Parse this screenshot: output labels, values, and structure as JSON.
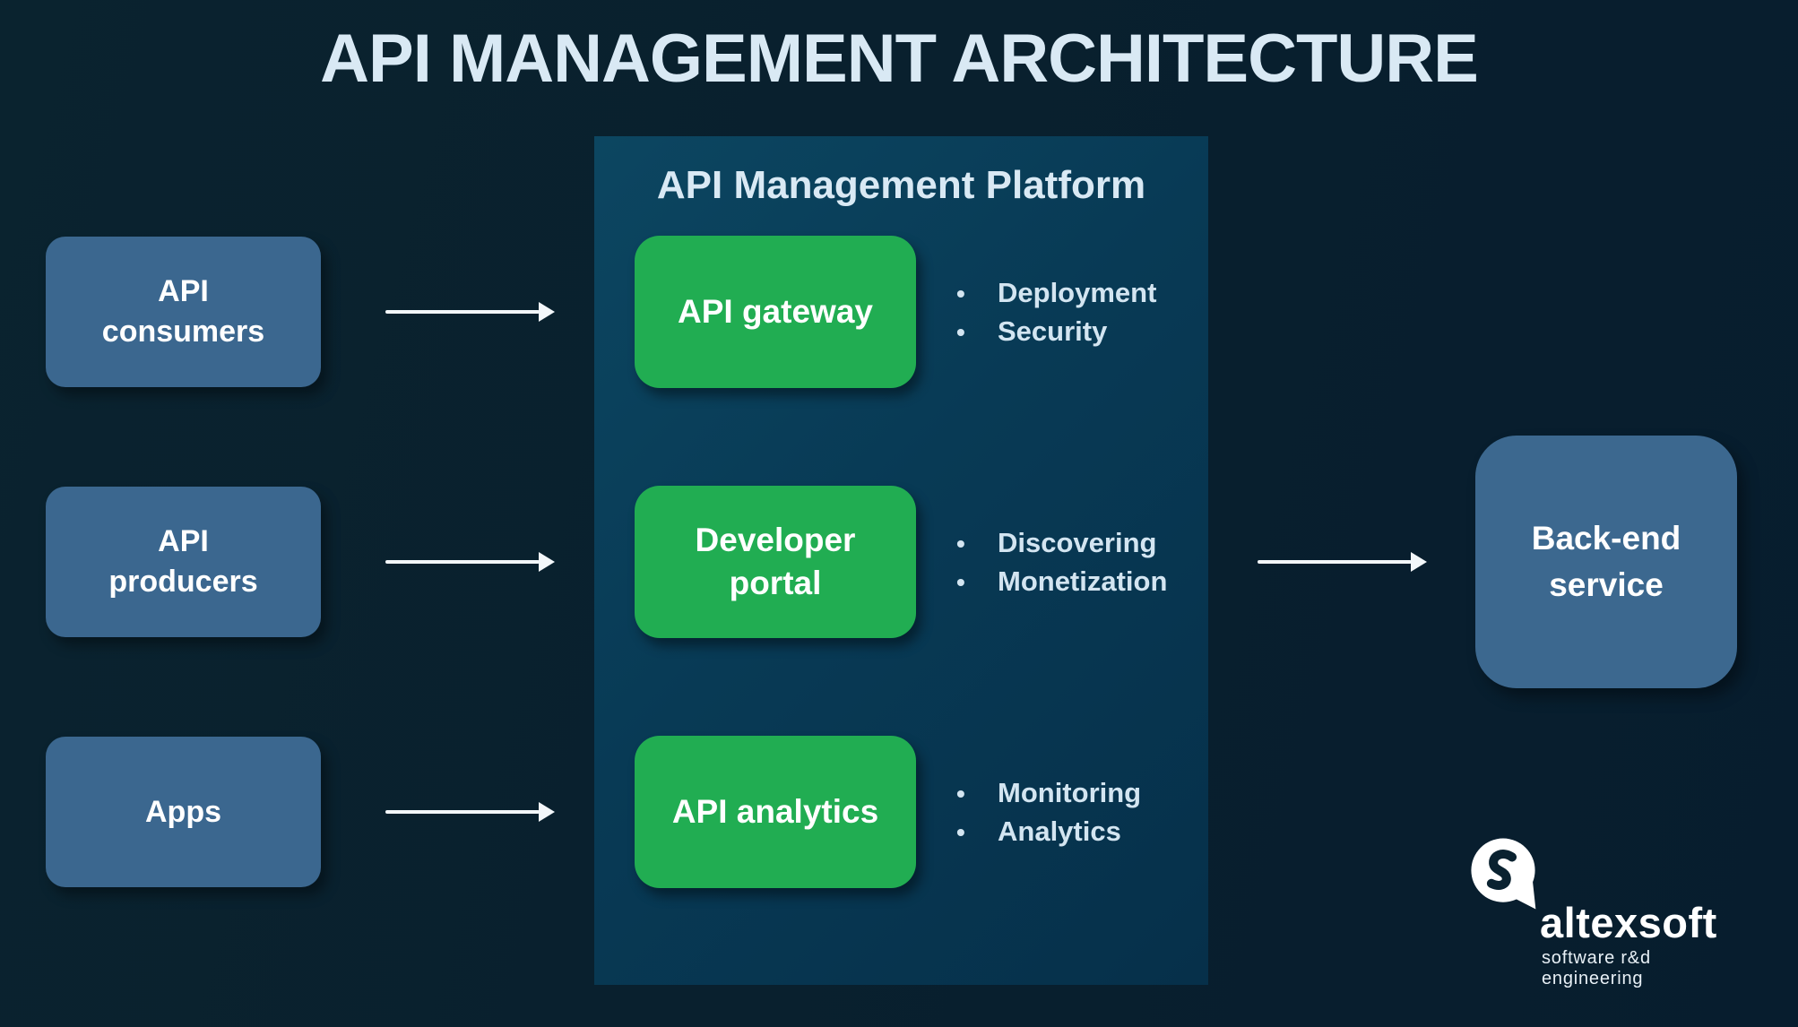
{
  "title": "API MANAGEMENT ARCHITECTURE",
  "colors": {
    "page-bg-1": "#0A232F",
    "page-bg-2": "#071D2E",
    "panel-top": "#0C4661",
    "panel-bottom": "#06304A",
    "green": "#21AD52",
    "blue": "#3B678F",
    "backend-blue": "#3C688F",
    "title-text": "#D9E9F4",
    "bullet-text": "#D3E5F1",
    "arrow": "#F3F7FA",
    "white": "#FFFFFF"
  },
  "sources": [
    {
      "label": [
        "API",
        "consumers"
      ]
    },
    {
      "label": [
        "API",
        "producers"
      ]
    },
    {
      "label": [
        "Apps"
      ]
    }
  ],
  "platform": {
    "title": "API Management Platform",
    "rows": [
      {
        "box": "API gateway",
        "bullets": [
          "Deployment",
          "Security"
        ]
      },
      {
        "box": [
          "Developer",
          "portal"
        ],
        "bullets": [
          "Discovering",
          "Monetization"
        ]
      },
      {
        "box": "API analytics",
        "bullets": [
          "Monitoring",
          "Analytics"
        ]
      }
    ]
  },
  "backend": {
    "label": [
      "Back-end",
      "service"
    ]
  },
  "logo": {
    "wordmark": "altexsoft",
    "tagline": "software r&d engineering"
  },
  "ui": {
    "bullet_char": "•"
  }
}
